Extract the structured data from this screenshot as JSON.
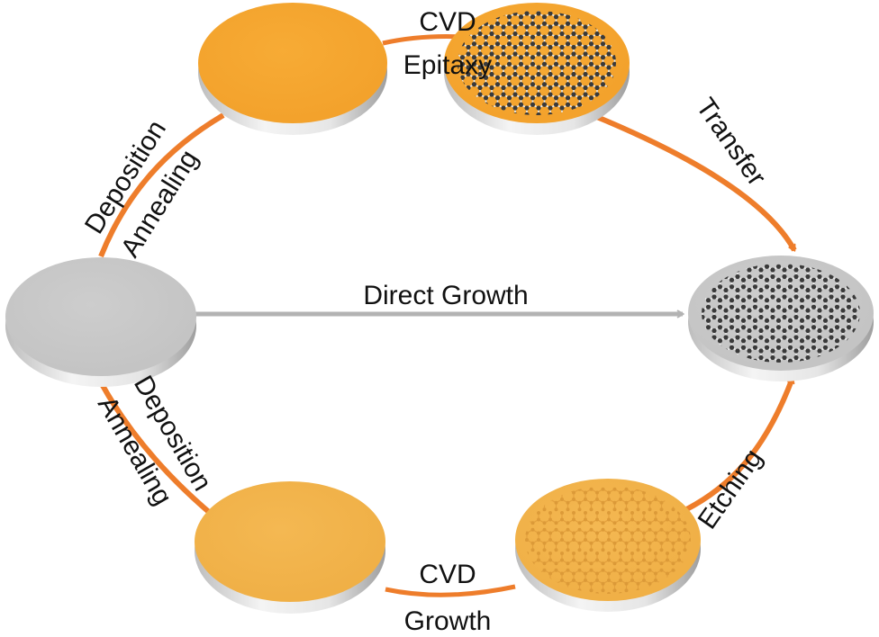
{
  "colors": {
    "path_orange": "#ee7d2b",
    "direct_gray": "#b3b3b3",
    "wafer_gray": "#c8c8c8",
    "wafer_orange": "#f5a832",
    "wafer_orange_light": "#f3b44e",
    "edge": "#e2e2e2",
    "lattice": "#3a3a3a"
  },
  "nodes": [
    {
      "id": "substrate",
      "label_name": "bare-substrate-wafer"
    },
    {
      "id": "metal_top",
      "label_name": "metal-film-wafer-top"
    },
    {
      "id": "graphene_on_metal_top",
      "label_name": "graphene-on-metal-wafer-top"
    },
    {
      "id": "graphene_on_substrate",
      "label_name": "graphene-on-substrate-wafer"
    },
    {
      "id": "metal_bottom",
      "label_name": "metal-film-wafer-bottom"
    },
    {
      "id": "graphene_on_metal_bottom",
      "label_name": "graphene-on-metal-wafer-bottom"
    }
  ],
  "edges": {
    "top_left": {
      "line1": "Deposition",
      "line2": "Annealing"
    },
    "top_middle": {
      "line1": "CVD",
      "line2": "Epitaxy"
    },
    "top_right": {
      "label": "Transfer"
    },
    "direct": {
      "label": "Direct Growth"
    },
    "bottom_left": {
      "line1": "Deposition",
      "line2": "Annealing"
    },
    "bottom_middle": {
      "line1": "CVD",
      "line2": "Growth"
    },
    "bottom_right": {
      "label": "Etching"
    }
  }
}
